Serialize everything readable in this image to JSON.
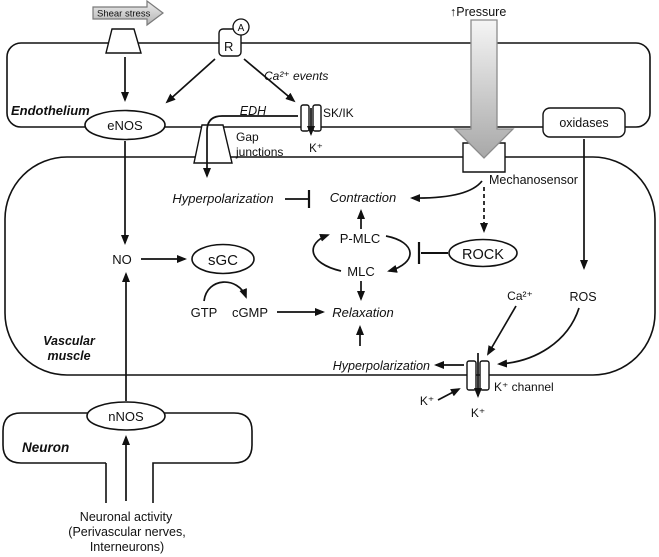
{
  "colors": {
    "ink": "#111111",
    "pressure_arrow_top": "#f5f5f5",
    "pressure_arrow_bottom": "#a8a8a8",
    "shear_arrow_top": "#ededed",
    "shear_arrow_bottom": "#b3b3b3"
  },
  "stimuli": {
    "shear_stress": "Shear stress",
    "pressure": "↑Pressure"
  },
  "endothelium": {
    "label": "Endothelium",
    "enos": "eNOS",
    "receptor": "R",
    "agonist": "A",
    "ca_events": "Ca²⁺ events",
    "edh": "EDH",
    "sk_ik": "SK/IK",
    "k_efflux": "K⁺",
    "gap_junctions_line1": "Gap",
    "gap_junctions_line2": "junctions",
    "oxidases": "oxidases"
  },
  "vascular_muscle": {
    "label_line1": "Vascular",
    "label_line2": "muscle",
    "mechanosensor": "Mechanosensor",
    "hyperpolarization_upper": "Hyperpolarization",
    "contraction": "Contraction",
    "p_mlc": "P-MLC",
    "mlc": "MLC",
    "rock": "ROCK",
    "no": "NO",
    "sgc": "sGC",
    "gtp": "GTP",
    "cgmp": "cGMP",
    "relaxation": "Relaxation",
    "ca": "Ca²⁺",
    "ros": "ROS",
    "hyperpolarization_lower": "Hyperpolarization",
    "k_channel": "K⁺ channel",
    "k_in": "K⁺",
    "k_out": "K⁺"
  },
  "neuron": {
    "label": "Neuron",
    "nnos": "nNOS",
    "activity_line1": "Neuronal activity",
    "activity_line2": "(Perivascular nerves,",
    "activity_line3": "Interneurons)"
  }
}
